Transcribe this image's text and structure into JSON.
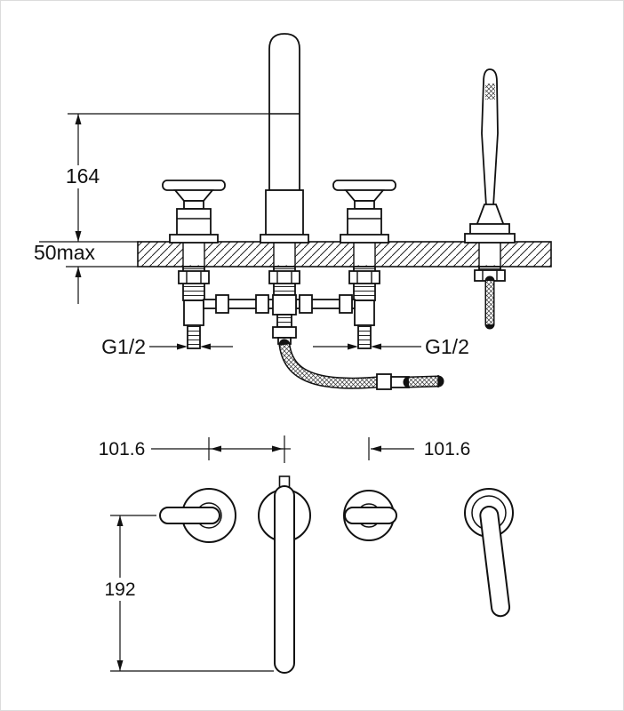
{
  "side_view": {
    "dim_spout_height": "164",
    "dim_deck_thickness": "50max",
    "thread_left": "G1/2",
    "thread_right": "G1/2"
  },
  "plan_view": {
    "dim_spacing_left": "101.6",
    "dim_spacing_right": "101.6",
    "dim_spout_reach": "192"
  }
}
